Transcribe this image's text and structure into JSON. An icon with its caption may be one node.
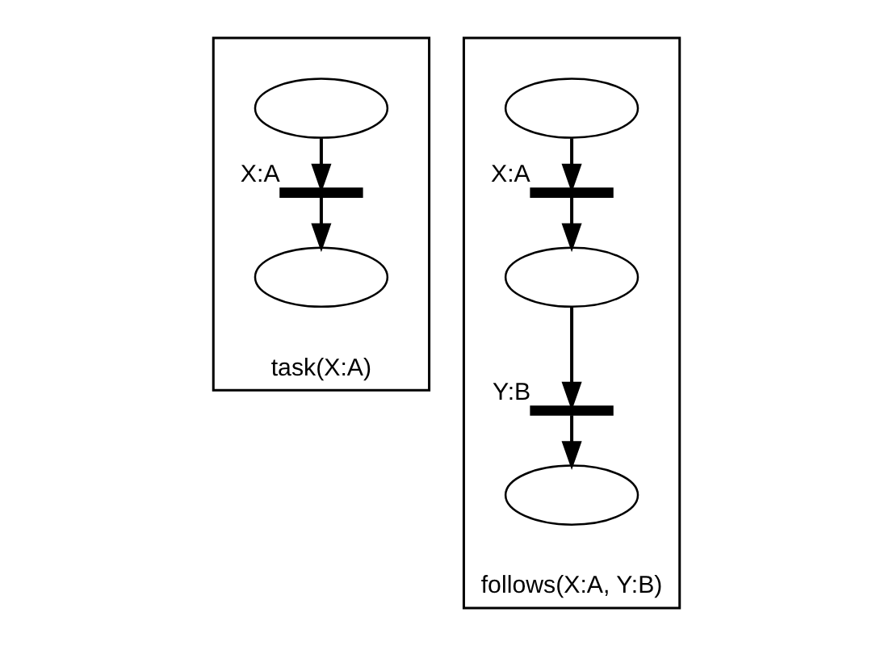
{
  "diagram": {
    "nodes": [
      {
        "text": [
          "task(X:A)"
        ]
      },
      {
        "text": [],
        "shape": "ellipse",
        "in": 0
      },
      {
        "text": [],
        "shape": "bar",
        "in": 0,
        "beside": [
          "X:A"
        ]
      },
      {
        "text": [],
        "shape": "ellipse",
        "in": 0
      },
      {
        "text": [
          "follows(X:A, Y:B)"
        ]
      },
      {
        "text": [],
        "shape": "ellipse",
        "in": 4
      },
      {
        "text": [],
        "shape": "bar",
        "in": 4,
        "beside": [
          "X:A"
        ]
      },
      {
        "text": [],
        "shape": "ellipse",
        "in": 4
      },
      {
        "text": [],
        "shape": "bar",
        "in": 4,
        "beside": [
          "Y:B"
        ]
      },
      {
        "text": [],
        "shape": "ellipse",
        "in": 4
      }
    ],
    "edges": [
      {
        "from": 1,
        "to": 2,
        "arrow": "to"
      },
      {
        "from": 2,
        "to": 3,
        "arrow": "to"
      },
      {
        "from": 5,
        "to": 6,
        "arrow": "to"
      },
      {
        "from": 6,
        "to": 7,
        "arrow": "to"
      },
      {
        "from": 7,
        "to": 8,
        "arrow": "to"
      },
      {
        "from": 8,
        "to": 9,
        "arrow": "to"
      }
    ]
  }
}
